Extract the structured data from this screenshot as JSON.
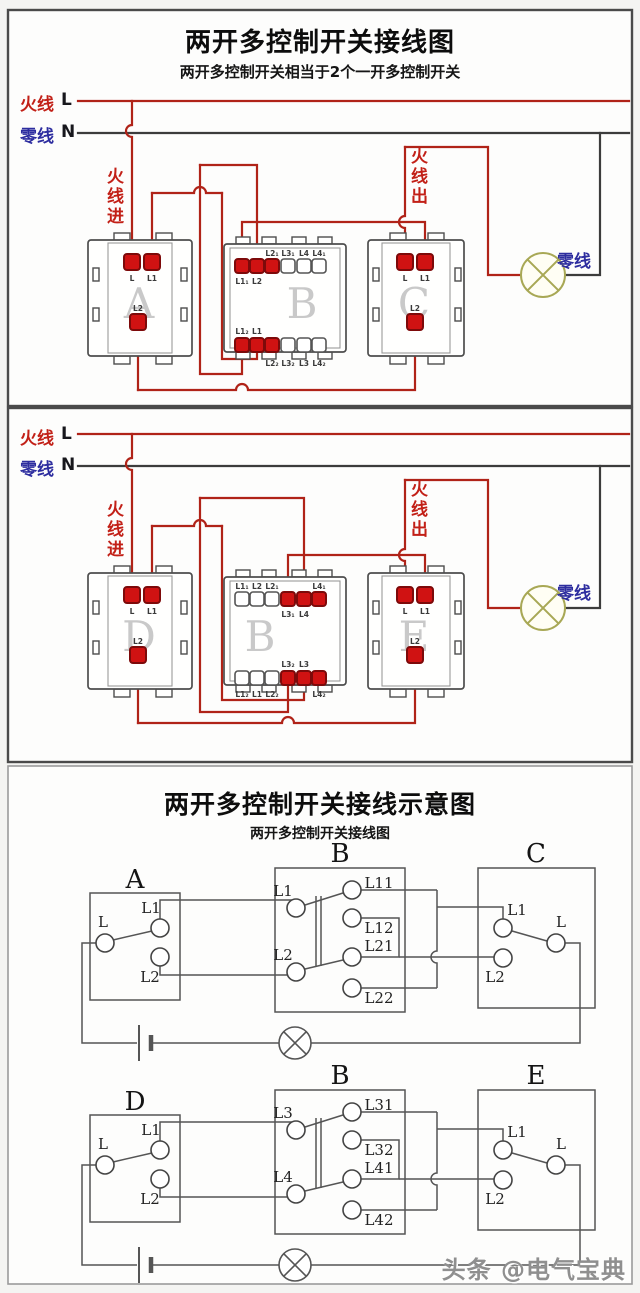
{
  "section1": {
    "title": "两开多控制开关接线图",
    "subtitle": "两开多控制开关相当于2个一开多控制开关",
    "live_label": "火线",
    "live_symbol": "L",
    "neutral_label": "零线",
    "neutral_symbol": "N",
    "live_in_label": "火线进",
    "live_out_label": "火线出",
    "lamp_neutral_label": "零线",
    "switch_a": {
      "name": "A",
      "t_l": "L",
      "t_l1": "L1",
      "t_l2": "L2"
    },
    "switch_b": {
      "name": "B",
      "t1": "L1₁",
      "t2": "L2",
      "t3": "L2₁",
      "t4": "L3₁",
      "t5": "L4",
      "t6": "L4₁",
      "b1": "L1₂",
      "b2": "L1",
      "b3": "L2₂",
      "b4": "L3₂",
      "b5": "L3",
      "b6": "L4₂"
    },
    "switch_c": {
      "name": "C",
      "t_l": "L",
      "t_l1": "L1",
      "t_l2": "L2"
    }
  },
  "section2": {
    "live_label": "火线",
    "live_symbol": "L",
    "neutral_label": "零线",
    "neutral_symbol": "N",
    "live_in_label": "火线进",
    "live_out_label": "火线出",
    "lamp_neutral_label": "零线",
    "switch_d": {
      "name": "D",
      "t_l": "L",
      "t_l1": "L1",
      "t_l2": "L2"
    },
    "switch_b": {
      "name": "B",
      "t1": "L1₁",
      "t2": "L2",
      "t3": "L2₁",
      "t4": "L3₁",
      "t5": "L4",
      "t6": "L4₁",
      "b1": "L1₂",
      "b2": "L1",
      "b3": "L2₂",
      "b4": "L3₂",
      "b5": "L3",
      "b6": "L4₂"
    },
    "switch_e": {
      "name": "E",
      "t_l": "L",
      "t_l1": "L1",
      "t_l2": "L2"
    }
  },
  "section3": {
    "title": "两开多控制开关接线示意图",
    "subtitle": "两开多控制开关接线图",
    "diagram1": {
      "sw1": "A",
      "sw2": "B",
      "sw3": "C",
      "a_l": "L",
      "a_l1": "L1",
      "a_l2": "L2",
      "b_l1": "L1",
      "b_l2": "L2",
      "b_l11": "L11",
      "b_l12": "L12",
      "b_l21": "L21",
      "b_l22": "L22",
      "c_l1": "L1",
      "c_l2": "L2",
      "c_l": "L"
    },
    "diagram2": {
      "sw1": "D",
      "sw2": "B",
      "sw3": "E",
      "d_l": "L",
      "d_l1": "L1",
      "d_l2": "L2",
      "b_l3": "L3",
      "b_l4": "L4",
      "b_l31": "L31",
      "b_l32": "L32",
      "b_l41": "L41",
      "b_l42": "L42",
      "e_l1": "L1",
      "e_l2": "L2",
      "e_l": "L"
    }
  },
  "watermark": "头条 @电气宝典",
  "colors": {
    "live_red": "#b02318",
    "terminal_red": "#d01212",
    "neutral_line": "#3c3c3c",
    "neutral_text_blue": "#2d2d9f",
    "lamp_olive": "#a8a855"
  }
}
